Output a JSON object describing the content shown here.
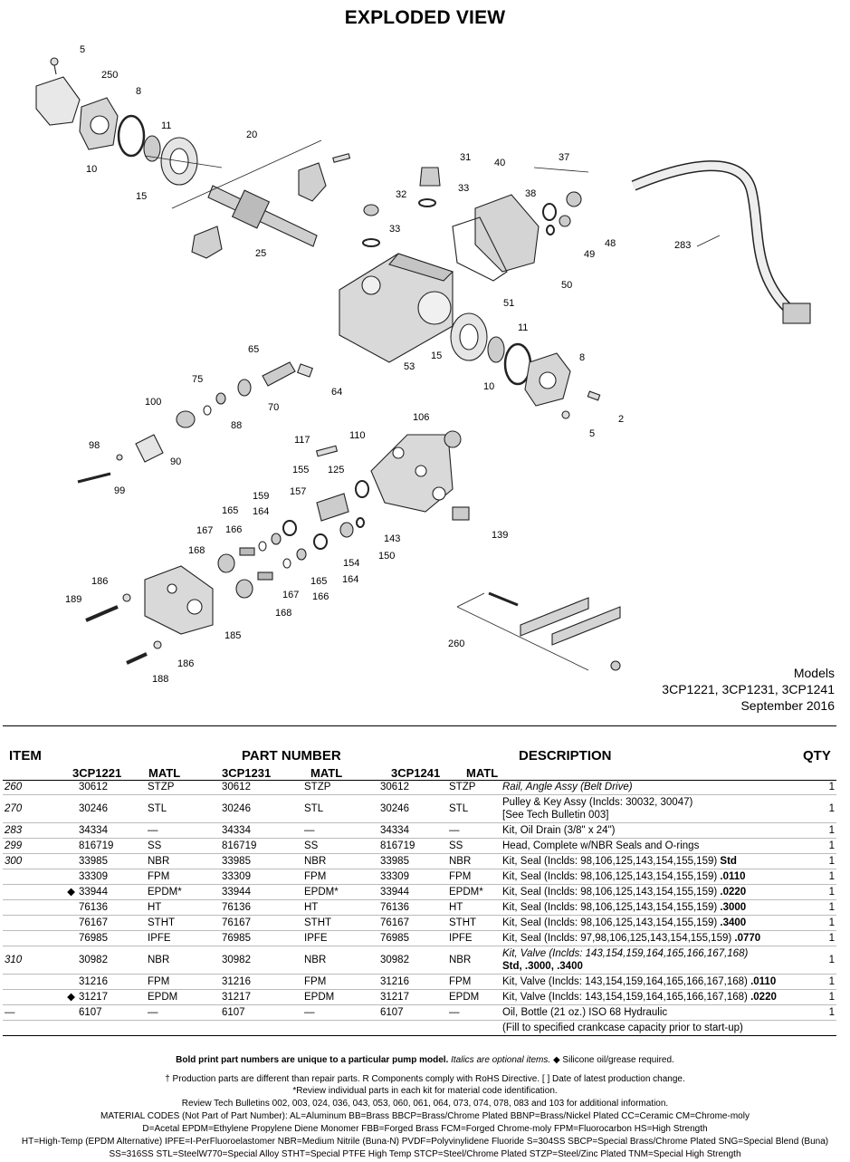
{
  "title": "EXPLODED VIEW",
  "models": {
    "label": "Models",
    "list": "3CP1221, 3CP1231, 3CP1241",
    "date": "September 2016"
  },
  "headers": {
    "item": "ITEM",
    "part_number": "PART NUMBER",
    "description": "DESCRIPTION",
    "qty": "QTY",
    "sub": [
      "3CP1221",
      "MATL",
      "3CP1231",
      "MATL",
      "3CP1241",
      "MATL"
    ]
  },
  "diagram_callouts": [
    "5",
    "250",
    "8",
    "11",
    "10",
    "15",
    "20",
    "31",
    "40",
    "37",
    "33",
    "32",
    "38",
    "48",
    "49",
    "283",
    "25",
    "50",
    "51",
    "33",
    "53",
    "15",
    "11",
    "10",
    "8",
    "65",
    "64",
    "75",
    "70",
    "88",
    "100",
    "90",
    "98",
    "99",
    "2",
    "5",
    "106",
    "117",
    "110",
    "155",
    "125",
    "159",
    "157",
    "164",
    "165",
    "166",
    "167",
    "143",
    "150",
    "154",
    "168",
    "165",
    "164",
    "166",
    "167",
    "139",
    "186",
    "189",
    "168",
    "185",
    "260",
    "186",
    "188"
  ],
  "rows": [
    {
      "item": "260",
      "mark": "",
      "c1": "30612",
      "m1": "STZP",
      "c2": "30612",
      "m2": "STZP",
      "c3": "30612",
      "m3": "STZP",
      "desc": "Rail, Angle Assy (Belt Drive)",
      "qty": "1",
      "italic": true
    },
    {
      "item": "270",
      "mark": "",
      "c1": "30246",
      "m1": "STL",
      "c2": "30246",
      "m2": "STL",
      "c3": "30246",
      "m3": "STL",
      "desc": "Pulley & Key Assy (Inclds: 30032, 30047)",
      "desc2": "[See Tech Bulletin 003]",
      "qty": "1",
      "italic": false
    },
    {
      "item": "283",
      "mark": "",
      "c1": "34334",
      "m1": "—",
      "c2": "34334",
      "m2": "—",
      "c3": "34334",
      "m3": "—",
      "desc": "Kit, Oil Drain (3/8\" x 24\")",
      "qty": "1",
      "italic": false
    },
    {
      "item": "299",
      "mark": "",
      "c1": "816719",
      "m1": "SS",
      "c2": "816719",
      "m2": "SS",
      "c3": "816719",
      "m3": "SS",
      "desc": "Head, Complete w/NBR Seals and O-rings",
      "qty": "1",
      "italic": false
    },
    {
      "item": "300",
      "mark": "",
      "c1": "33985",
      "m1": "NBR",
      "c2": "33985",
      "m2": "NBR",
      "c3": "33985",
      "m3": "NBR",
      "desc": "Kit, Seal (Inclds: 98,106,125,143,154,155,159) ",
      "bold": "Std",
      "qty": "1",
      "italic": false
    },
    {
      "item": "",
      "mark": "",
      "c1": "33309",
      "m1": "FPM",
      "c2": "33309",
      "m2": "FPM",
      "c3": "33309",
      "m3": "FPM",
      "desc": "Kit, Seal (Inclds: 98,106,125,143,154,155,159) ",
      "bold": ".0110",
      "qty": "1",
      "italic": false
    },
    {
      "item": "",
      "mark": "◆",
      "c1": "33944",
      "m1": "EPDM*",
      "c2": "33944",
      "m2": "EPDM*",
      "c3": "33944",
      "m3": "EPDM*",
      "desc": "Kit, Seal (Inclds: 98,106,125,143,154,155,159) ",
      "bold": ".0220",
      "qty": "1",
      "italic": false
    },
    {
      "item": "",
      "mark": "",
      "c1": "76136",
      "m1": "HT",
      "c2": "76136",
      "m2": "HT",
      "c3": "76136",
      "m3": "HT",
      "desc": "Kit, Seal (Inclds: 98,106,125,143,154,155,159) ",
      "bold": ".3000",
      "qty": "1",
      "italic": false
    },
    {
      "item": "",
      "mark": "",
      "c1": "76167",
      "m1": "STHT",
      "c2": "76167",
      "m2": "STHT",
      "c3": "76167",
      "m3": "STHT",
      "desc": "Kit, Seal (Inclds: 98,106,125,143,154,155,159) ",
      "bold": ".3400",
      "qty": "1",
      "italic": false
    },
    {
      "item": "",
      "mark": "",
      "c1": "76985",
      "m1": "IPFE",
      "c2": "76985",
      "m2": "IPFE",
      "c3": "76985",
      "m3": "IPFE",
      "desc": "Kit, Seal (Inclds: 97,98,106,125,143,154,155,159) ",
      "bold": ".0770",
      "qty": "1",
      "italic": false
    },
    {
      "item": "310",
      "mark": "",
      "c1": "30982",
      "m1": "NBR",
      "c2": "30982",
      "m2": "NBR",
      "c3": "30982",
      "m3": "NBR",
      "desc": "Kit, Valve (Inclds: 143,154,159,164,165,166,167,168)",
      "bold2": "Std, .3000, .3400",
      "qty": "1",
      "italic": true
    },
    {
      "item": "",
      "mark": "",
      "c1": "31216",
      "m1": "FPM",
      "c2": "31216",
      "m2": "FPM",
      "c3": "31216",
      "m3": "FPM",
      "desc": "Kit, Valve (Inclds: 143,154,159,164,165,166,167,168) ",
      "bold": ".0110",
      "qty": "1",
      "italic": false
    },
    {
      "item": "",
      "mark": "◆",
      "c1": "31217",
      "m1": "EPDM",
      "c2": "31217",
      "m2": "EPDM",
      "c3": "31217",
      "m3": "EPDM",
      "desc": "Kit, Valve (Inclds: 143,154,159,164,165,166,167,168) ",
      "bold": ".0220",
      "qty": "1",
      "italic": false
    },
    {
      "item": "—",
      "mark": "",
      "c1": "6107",
      "m1": "—",
      "c2": "6107",
      "m2": "—",
      "c3": "6107",
      "m3": "—",
      "desc": "Oil, Bottle (21 oz.) ISO 68 Hydraulic",
      "qty": "1",
      "italic": false
    },
    {
      "item": "",
      "mark": "",
      "c1": "",
      "m1": "",
      "c2": "",
      "m2": "",
      "c3": "",
      "m3": "",
      "desc": "(Fill to specified crankcase capacity prior to start-up)",
      "qty": "",
      "italic": false
    }
  ],
  "footer": {
    "line1_bold": "Bold print part numbers are unique to a particular pump model.",
    "line1_italic": "Italics are optional items.",
    "line1_rest": "◆ Silicone oil/grease required.",
    "line2": "† Production parts are different than repair parts.  R Components comply with RoHS Directive.  [ ] Date of latest production change.",
    "line3": "*Review individual parts in each kit for material code identification.",
    "line4": "Review Tech Bulletins 002, 003, 024, 036, 043, 053, 060, 061, 064, 073, 074, 078, 083 and 103 for additional information.",
    "line5": "MATERIAL CODES (Not Part of Part Number):  AL=Aluminum   BB=Brass   BBCP=Brass/Chrome Plated   BBNP=Brass/Nickel Plated   CC=Ceramic   CM=Chrome-moly",
    "line6": "D=Acetal   EPDM=Ethylene Propylene Diene Monomer   FBB=Forged Brass   FCM=Forged Chrome-moly   FPM=Fluorocarbon   HS=High Strength",
    "line7": "HT=High-Temp (EPDM Alternative)   IPFE=I-PerFluoroelastomer   NBR=Medium Nitrile (Buna-N)   PVDF=Polyvinylidene Fluoride   S=304SS   SBCP=Special Brass/Chrome Plated   SNG=Special Blend (Buna)",
    "line8": "SS=316SS   STL=SteelW770=Special Alloy   STHT=Special PTFE High Temp   STCP=Steel/Chrome Plated   STZP=Steel/Zinc Plated   TNM=Special High Strength"
  }
}
